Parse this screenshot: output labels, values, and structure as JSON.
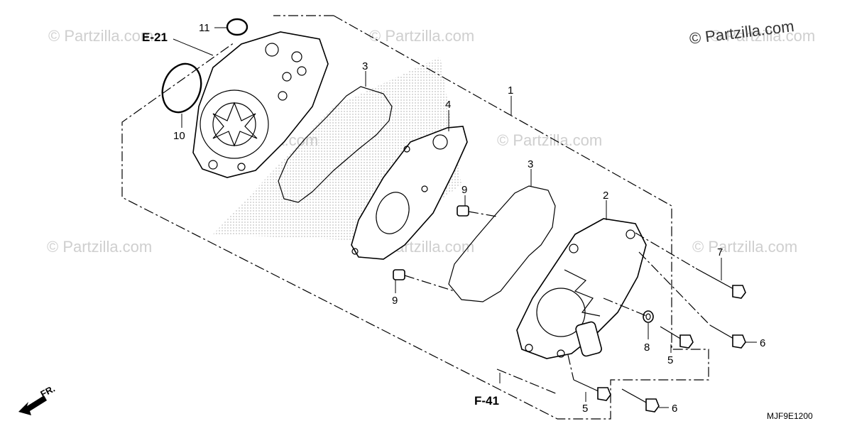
{
  "watermarks": [
    "© Partzilla.com",
    "© Partzilla.com",
    "© Partzilla.com",
    "© Partzilla.com",
    "© Partzilla.com",
    "© Partzilla.com",
    "© Partzilla.com",
    "© Partzilla.com"
  ],
  "brand_watermark": "© Partzilla.com",
  "references": {
    "e21": "E-21",
    "f41": "F-41"
  },
  "callouts": {
    "c1": "1",
    "c2": "2",
    "c3a": "3",
    "c3b": "3",
    "c4": "4",
    "c5a": "5",
    "c5b": "5",
    "c6a": "6",
    "c6b": "6",
    "c7": "7",
    "c8": "8",
    "c9a": "9",
    "c9b": "9",
    "c10": "10",
    "c11": "11"
  },
  "front_marker": "FR.",
  "diagram_code": "MJF9E1200",
  "colors": {
    "line": "#000000",
    "watermark": "#cfcfcf",
    "background": "#ffffff"
  }
}
